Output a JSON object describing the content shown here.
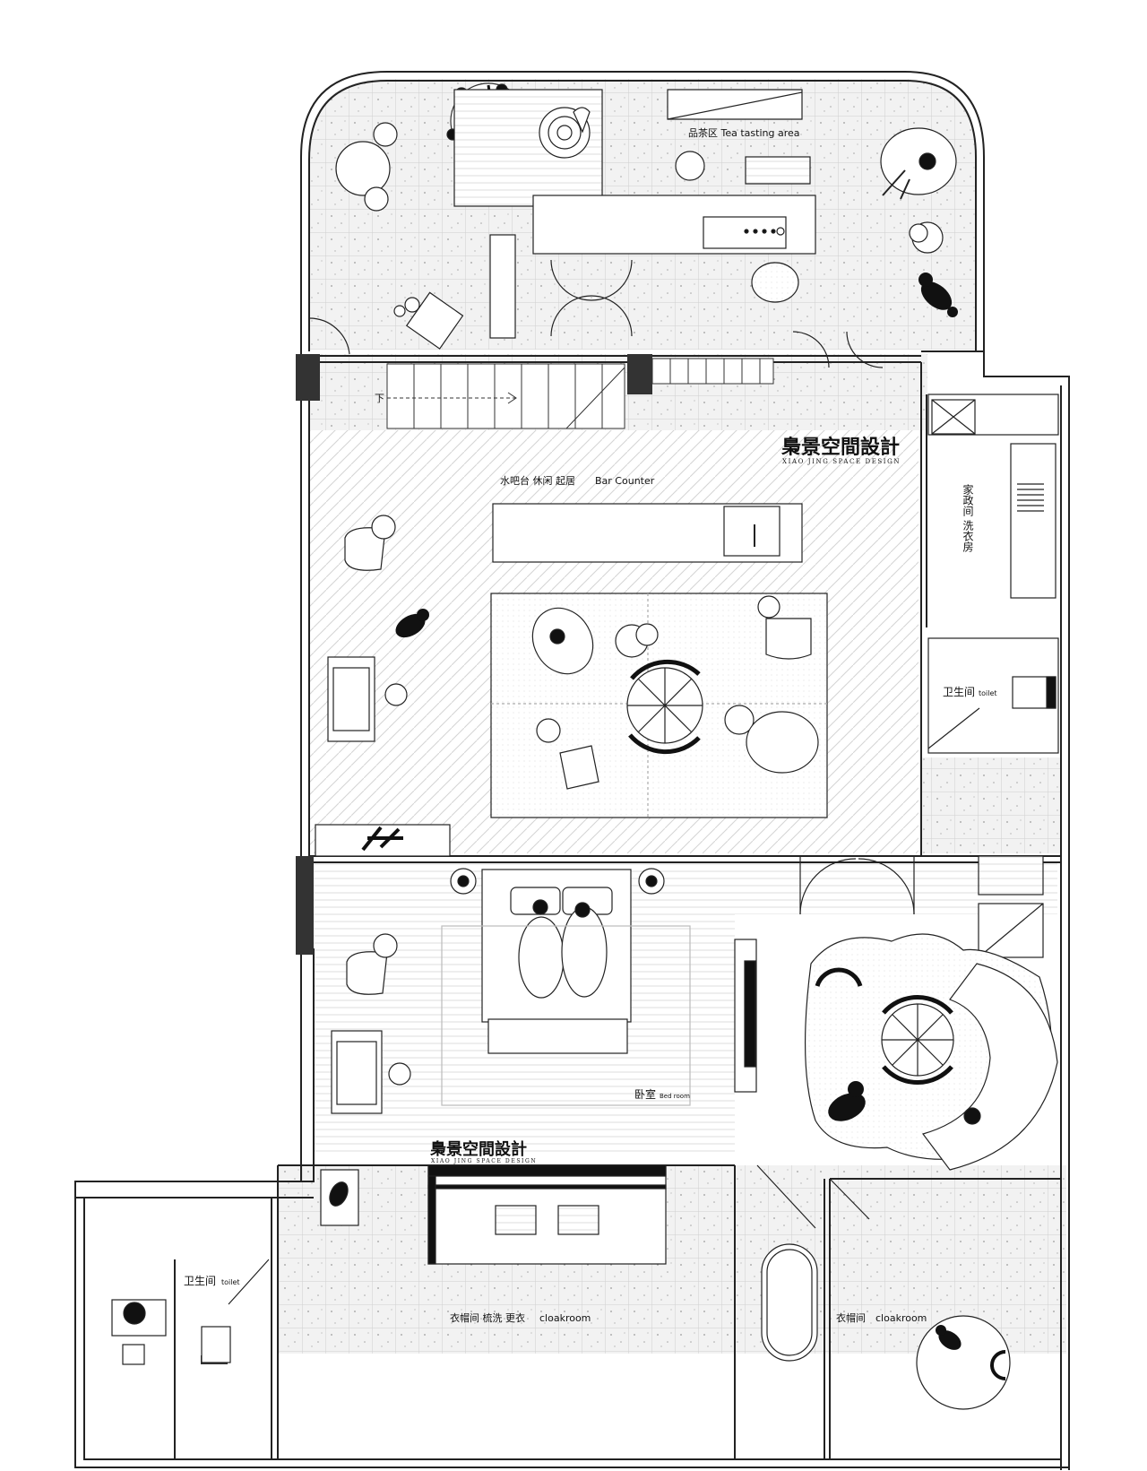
{
  "brand": {
    "name_cn": "梟景空間設計",
    "name_en": "XIAO JING SPACE DESIGN"
  },
  "rooms": {
    "tea_area": "品茶区 Tea tasting area",
    "stair_down": "下",
    "bar_counter_cn": "水吧台 休闲 起居",
    "bar_counter_en": "Bar Counter",
    "laundry": "家政间 洗衣房",
    "toilet_right_cn": "卫生间",
    "toilet_right_en": "toilet",
    "bedroom_cn": "卧室",
    "bedroom_en": "Bed room",
    "toilet_left_cn": "卫生间",
    "toilet_left_en": "toilet",
    "cloakroom_main_cn": "衣帽间 梳洗 更衣",
    "cloakroom_main_en": "cloakroom",
    "cloakroom_small_cn": "衣帽间",
    "cloakroom_small_en": "cloakroom"
  },
  "colors": {
    "ink": "#111111",
    "terrazzo": "#f1f1f1",
    "tile_line": "#d2d2d2",
    "wall": "#333333"
  }
}
